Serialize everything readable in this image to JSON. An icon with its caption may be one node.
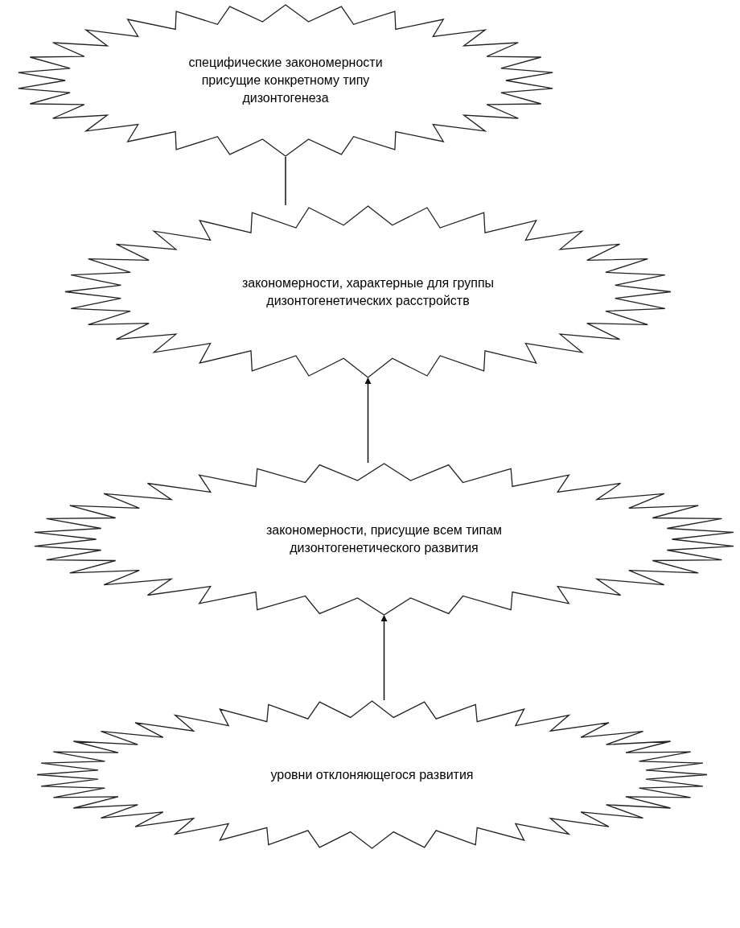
{
  "diagram": {
    "nodes": [
      {
        "text": [
          "специфические закономерности присущие конкретному типу дизонтогенеза"
        ]
      },
      {
        "text": [
          "закономерности, характерные для группы дизонтогенетических расстройств"
        ]
      },
      {
        "text": [
          "закономерности, присущие всем типам дизонтогенетического развития"
        ]
      },
      {
        "text": [
          "уровни отклоняющегося развития"
        ]
      }
    ],
    "edges": [
      {
        "from": 1,
        "to": 0,
        "arrow": "none"
      },
      {
        "from": 2,
        "to": 1,
        "arrow": "to"
      },
      {
        "from": 3,
        "to": 2,
        "arrow": "to"
      }
    ]
  }
}
